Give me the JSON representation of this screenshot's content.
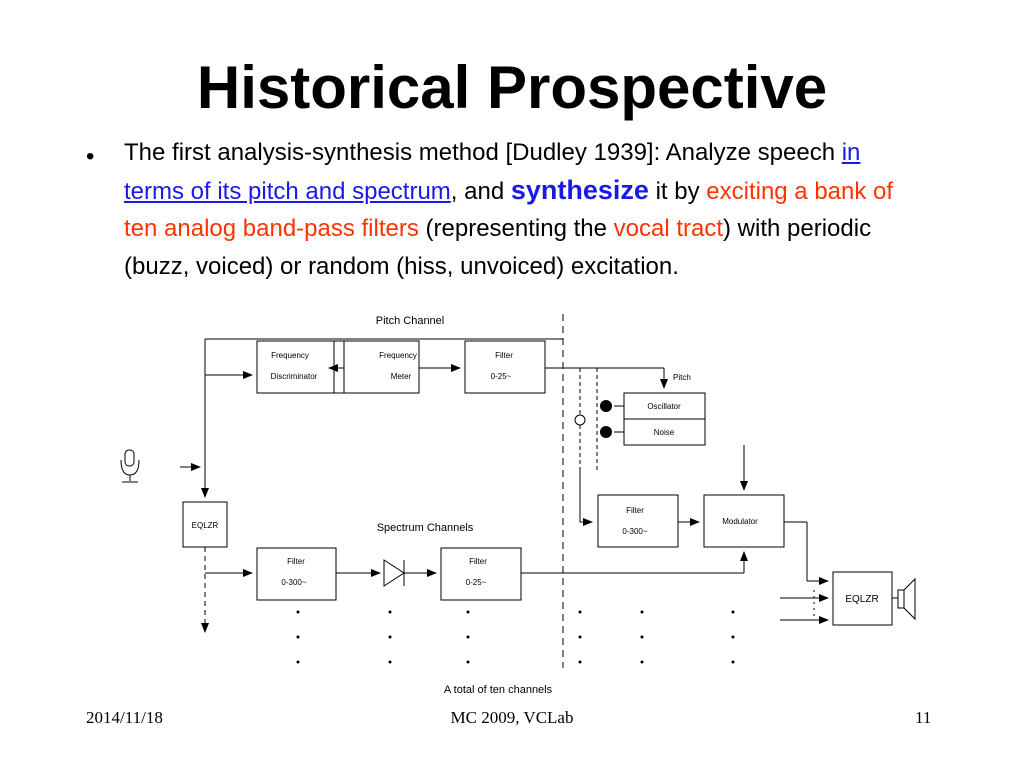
{
  "slide": {
    "title": "Historical Prospective",
    "bullet_symbol": "•",
    "bullet": {
      "p1": "The first analysis-synthesis method [Dudley 1939]: Analyze speech ",
      "h1": "in terms of its pitch and spectrum",
      "p2": ", and ",
      "h2": "synthesize",
      "p3": " it by ",
      "h3": "exciting a bank of ten analog band-pass filters",
      "p4": " (representing the ",
      "h4": "vocal tract",
      "p5": ") with periodic (buzz, voiced) or random (hiss, unvoiced) excitation."
    },
    "footer": {
      "date": "2014/11/18",
      "center": "MC 2009, VCLab",
      "page": "11"
    }
  },
  "diagram": {
    "pitch_channel_label": "Pitch Channel",
    "spectrum_channels_label": "Spectrum Channels",
    "total_label": "A total of ten channels",
    "pitch_label": "Pitch",
    "freq_disc": {
      "line1": "Frequency",
      "line2": "Discriminator"
    },
    "freq_meter": {
      "line1": "Frequency",
      "line2": "Meter"
    },
    "pitch_filter": {
      "line1": "Filter",
      "line2": "0-25~"
    },
    "oscillator": "Oscillator",
    "noise": "Noise",
    "eqlzr_left": "EQLZR",
    "spec_filter1": {
      "line1": "Filter",
      "line2": "0-300~"
    },
    "spec_filter2": {
      "line1": "Filter",
      "line2": "0-25~"
    },
    "synth_filter": {
      "line1": "Filter",
      "line2": "0-300~"
    },
    "modulator": "Modulator",
    "eqlzr_right": "EQLZR"
  },
  "colors": {
    "link_blue": "#1a1ae6",
    "highlight_red": "#ff3300",
    "text": "#000000"
  }
}
